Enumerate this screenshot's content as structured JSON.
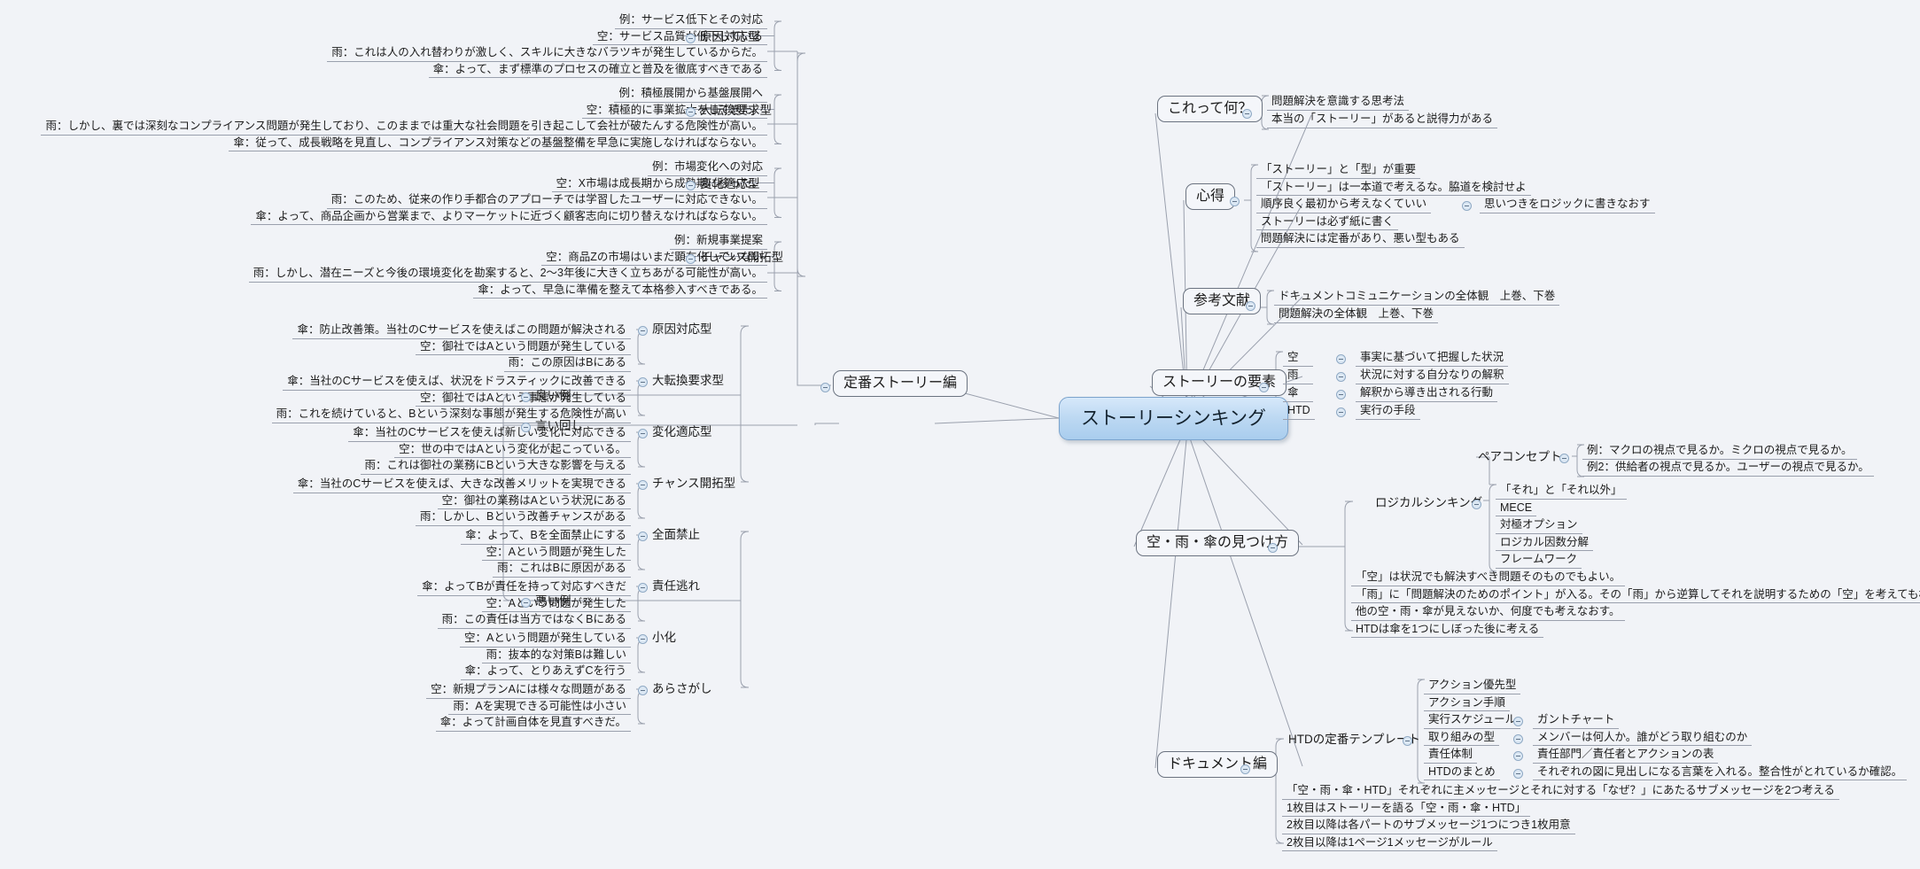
{
  "meta": {
    "app": "mind-map",
    "root_label": "ストーリーシンキング",
    "accent": "#a9cdee",
    "line_color": "#9aa0ad",
    "background": "#f1f3f7"
  },
  "left_branch": {
    "label": "定番ストーリー編",
    "groups": [
      {
        "label": "原因対応型",
        "items": [
          "例：サービス低下とその対応",
          "空：サービス品質が低下している",
          "雨：これは人の入れ替わりが激しく、スキルに大きなバラツキが発生しているからだ。",
          "傘：よって、まず標準のプロセスの確立と普及を徹底すべきである"
        ]
      },
      {
        "label": "大転換要求型",
        "items": [
          "例：積極展開から基盤展開へ",
          "空：積極的に事業拡大をしてきた。",
          "雨：しかし、裏では深刻なコンプライアンス問題が発生しており、このままでは重大な社会問題を引き起こして会社が破たんする危険性が高い。",
          "傘：従って、成長戦略を見直し、コンプライアンス対策などの基盤整備を早急に実施しなければならない。"
        ]
      },
      {
        "label": "変化適応型",
        "items": [
          "例：市場変化への対応",
          "空：X市場は成長期から成熟期に移った。",
          "雨：このため、従来の作り手都合のアプローチでは学習したユーザーに対応できない。",
          "傘：よって、商品企画から営業まで、よりマーケットに近づく顧客志向に切り替えなければならない。"
        ]
      },
      {
        "label": "チャンス開拓型",
        "items": [
          "例：新規事業提案",
          "空：商品Zの市場はいまだ顕在化していない",
          "雨：しかし、潜在ニーズと今後の環境変化を勘案すると、2〜3年後に大きく立ちあがる可能性が高い。",
          "傘：よって、早急に準備を整えて本格参入すべきである。"
        ]
      }
    ]
  },
  "phrasing_branch": {
    "label": "言い回し",
    "good": {
      "label": "良い例",
      "groups": [
        {
          "label": "原因対応型",
          "items": [
            "傘：防止改善策。当社のCサービスを使えばこの問題が解決される",
            "空：御社ではAという問題が発生している",
            "雨：この原因はBにある"
          ]
        },
        {
          "label": "大転換要求型",
          "items": [
            "傘：当社のCサービスを使えば、状況をドラスティックに改善できる",
            "空：御社ではAという事態が発生している",
            "雨：これを続けていると、Bという深刻な事態が発生する危険性が高い"
          ]
        },
        {
          "label": "変化適応型",
          "items": [
            "傘：当社のCサービスを使えば新しい変化に対応できる",
            "空：世の中ではAという変化が起こっている。",
            "雨：これは御社の業務にBという大きな影響を与える"
          ]
        },
        {
          "label": "チャンス開拓型",
          "items": [
            "傘：当社のCサービスを使えば、大きな改善メリットを実現できる",
            "空：御社の業務はAという状況にある",
            "雨：しかし、Bという改善チャンスがある"
          ]
        }
      ]
    },
    "bad": {
      "label": "悪い例",
      "groups": [
        {
          "label": "全面禁止",
          "items": [
            "傘：よって、Bを全面禁止にする",
            "空：Aという問題が発生した",
            "雨：これはBに原因がある"
          ]
        },
        {
          "label": "責任逃れ",
          "items": [
            "傘：よってBが責任を持って対応すべきだ",
            "空：Aという問題が発生した",
            "雨：この責任は当方ではなくBにある"
          ]
        },
        {
          "label": "小化",
          "items": [
            "空：Aという問題が発生している",
            "雨：抜本的な対策Bは難しい",
            "傘：よって、とりあえずCを行う"
          ]
        },
        {
          "label": "あらさがし",
          "items": [
            "空：新規プランAには様々な問題がある",
            "雨：Aを実現できる可能性は小さい",
            "傘：よって計画自体を見直すべきだ。"
          ]
        }
      ]
    }
  },
  "right_branches": [
    {
      "label": "これって何？",
      "items": [
        {
          "text": "問題解決を意識する思考法"
        },
        {
          "text": "本当の「ストーリー」があると説得力がある"
        }
      ]
    },
    {
      "label": "心得",
      "items": [
        {
          "text": "「ストーリー」と「型」が重要"
        },
        {
          "text": "「ストーリー」は一本道で考えるな。脇道を検討せよ"
        },
        {
          "text": "順序良く最初から考えなくていい",
          "child": "思いつきをロジックに書きなおす"
        },
        {
          "text": "ストーリーは必ず紙に書く"
        },
        {
          "text": "問題解決には定番があり、悪い型もある"
        }
      ]
    },
    {
      "label": "参考文献",
      "items": [
        {
          "text": "ドキュメントコミュニケーションの全体観　上巻、下巻"
        },
        {
          "text": "問題解決の全体観　上巻、下巻"
        }
      ]
    },
    {
      "label": "ストーリーの要素",
      "items": [
        {
          "text": "空",
          "child": "事実に基づいて把握した状況"
        },
        {
          "text": "雨",
          "child": "状況に対する自分なりの解釈"
        },
        {
          "text": "傘",
          "child": "解釈から導き出される行動"
        },
        {
          "text": "HTD",
          "child": "実行の手段"
        }
      ]
    },
    {
      "label": "空・雨・傘の見つけ方",
      "logical": {
        "label": "ロジカルシンキング",
        "pair": {
          "label": "ペアコンセプト",
          "items": [
            "例：マクロの視点で見るか。ミクロの視点で見るか。",
            "例2：供給者の視点で見るか。ユーザーの視点で見るか。"
          ]
        },
        "items": [
          "「それ」と「それ以外」",
          "MECE",
          "対極オプション",
          "ロジカル因数分解",
          "フレームワーク"
        ]
      },
      "items": [
        "「空」は状況でも解決すべき問題そのものでもよい。",
        "「雨」に「問題解決のためのポイント」が入る。その「雨」から逆算してそれを説明するための「空」を考えても構わない",
        "他の空・雨・傘が見えないか、何度でも考えなおす。",
        "HTDは傘を1つにしぼった後に考える"
      ]
    },
    {
      "label": "ドキュメント編",
      "template": {
        "label": "HTDの定番テンプレート",
        "items": [
          {
            "text": "アクション優先型"
          },
          {
            "text": "アクション手順"
          },
          {
            "text": "実行スケジュール",
            "child": "ガントチャート"
          },
          {
            "text": "取り組みの型",
            "child": "メンバーは何人か。誰がどう取り組むのか"
          },
          {
            "text": "責任体制",
            "child": "責任部門／責任者とアクションの表"
          },
          {
            "text": "HTDのまとめ",
            "child": "それぞれの図に見出しになる言葉を入れる。整合性がとれているか確認。"
          }
        ]
      },
      "items": [
        "「空・雨・傘・HTD」それぞれに主メッセージとそれに対する「なぜ？」にあたるサブメッセージを2つ考える",
        "1枚目はストーリーを語る「空・雨・傘・HTD」",
        "2枚目以降は各パートのサブメッセージ1つにつき1枚用意",
        "2枚目以降は1ページ1メッセージがルール"
      ]
    }
  ]
}
